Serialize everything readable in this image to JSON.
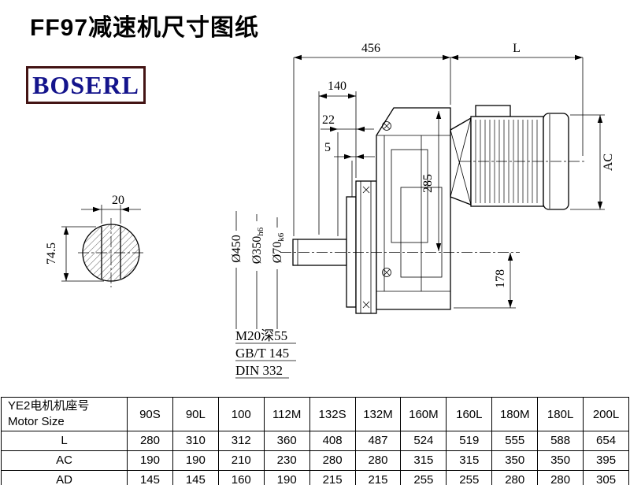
{
  "page": {
    "title": "FF97减速机尺寸图纸",
    "logo_text": "BOSERL"
  },
  "drawing": {
    "dims": {
      "overall_456": "456",
      "motor_length": "L",
      "d140": "140",
      "d22": "22",
      "d5": "5",
      "motor_ac": "AC",
      "d285": "285",
      "d178": "178",
      "dia_flange": "Ø450",
      "dia_spigot": "Ø350",
      "dia_spigot_tol": "h6",
      "dia_shaft": "Ø70",
      "dia_shaft_tol": "k6",
      "key_width": "20",
      "key_flat": "74.5",
      "tap_hole": "M20深55",
      "std_gbt": "GB/T 145",
      "std_din": "DIN 332"
    }
  },
  "table": {
    "row_label_cn": "YE2电机机座号",
    "row_label_en": "Motor Size",
    "columns": [
      "90S",
      "90L",
      "100",
      "112M",
      "132S",
      "132M",
      "160M",
      "160L",
      "180M",
      "180L",
      "200L"
    ],
    "rows": [
      {
        "label": "L",
        "values": [
          "280",
          "310",
          "312",
          "360",
          "408",
          "487",
          "524",
          "519",
          "555",
          "588",
          "654"
        ]
      },
      {
        "label": "AC",
        "values": [
          "190",
          "190",
          "210",
          "230",
          "280",
          "280",
          "315",
          "315",
          "350",
          "350",
          "395"
        ]
      },
      {
        "label": "AD",
        "values": [
          "145",
          "145",
          "160",
          "190",
          "215",
          "215",
          "255",
          "255",
          "280",
          "280",
          "305"
        ]
      }
    ]
  }
}
